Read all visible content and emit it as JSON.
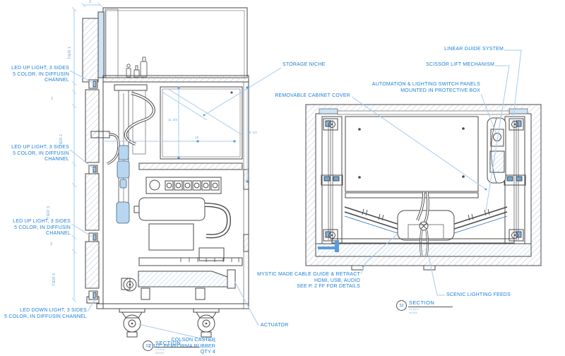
{
  "drawing_type": "cabinet-section-technical-drawing",
  "colors": {
    "annotation_text": "#1d7fd6",
    "leader_line": "#a6ccee",
    "linework": "#4a4a4a",
    "blue_fill": "#b9d6f1"
  },
  "callouts": {
    "led_up_light_1": "LED UP LIGHT, 3 SIDES\n5 COLOR, IN DIFFUSIN CHANNEL",
    "led_up_light_2": "LED UP LIGHT, 3 SIDES\n5 COLOR, IN DIFFUSIN CHANNEL",
    "led_up_light_3": "LED UP LIGHT, 3 SIDES\n5 COLOR, IN DIFFUSIN CHANNEL",
    "led_down_light": "LED DOWN LIGHT, 3 SIDES\n5 COLOR, IN DIFFUSIN CHANNEL",
    "colson_caster": "COLSON CASTER\n2 1/2\" PERFORMA RUBBER\nQTY 4",
    "actuator": "ACTUATOR",
    "storage_niche": "STORAGE NICHE",
    "linear_guide": "LINEAR GUIDE SYSTEM",
    "scissor_lift": "SCISSOR LIFT MECHANISM",
    "automation_panels": "AUTOMATION & LIGHTING SWITCH PANELS\nMOUNTED IN PROTECTIVE BOX",
    "removable_cover": "REMOVABLE CABINET COVER",
    "mystic_cable": "MYSTIC MADE CABLE GUIDE & RETRACT\nHDMI, USB, AUDIO\nSEE P. 2 FF FOR DETAILS",
    "scenic_feeds": "SCENIC LIGHTING FEEDS"
  },
  "dimensions": {
    "top_width": "2",
    "tier1": "TIER 1",
    "gap1": "2",
    "tier2": "TIER 2",
    "tier3": "TIER 3",
    "gap2": "2",
    "tier4": "TIER 4",
    "niche_height": "11 3/4",
    "niche_width": "15",
    "niche_depth": "8 1/4"
  },
  "sections": {
    "s1": {
      "id": "S1",
      "title": "SECTION",
      "scale": "SCALE: NONE"
    },
    "s2": {
      "id": "S2",
      "title": "SECTION",
      "scale": "SCALE: NONE"
    }
  }
}
